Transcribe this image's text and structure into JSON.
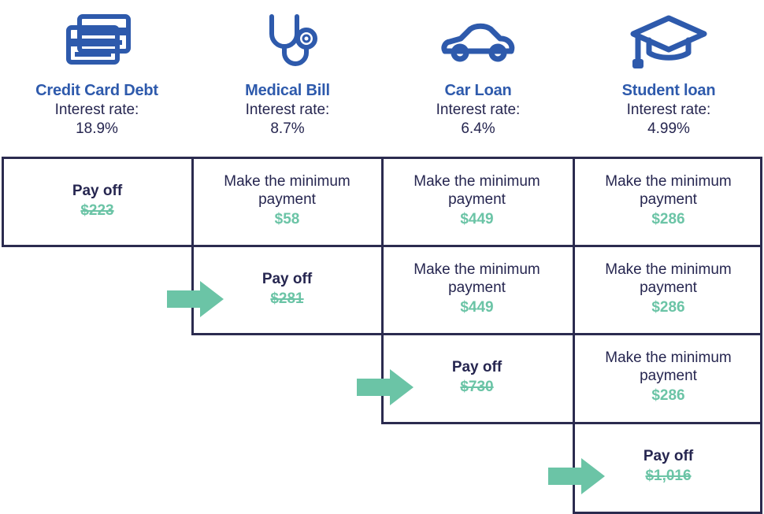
{
  "colors": {
    "title_blue": "#2E5AAC",
    "text_navy": "#262650",
    "border_navy": "#2B2B4F",
    "accent_green": "#6BC4A6",
    "background": "#FFFFFF"
  },
  "debts": [
    {
      "icon": "credit-cards-icon",
      "name": "Credit Card Debt",
      "rate_label": "Interest rate:",
      "rate_value": "18.9%"
    },
    {
      "icon": "stethoscope-icon",
      "name": "Medical Bill",
      "rate_label": "Interest rate:",
      "rate_value": "8.7%"
    },
    {
      "icon": "car-icon",
      "name": "Car Loan",
      "rate_label": "Interest rate:",
      "rate_value": "6.4%"
    },
    {
      "icon": "graduation-cap-icon",
      "name": "Student loan",
      "rate_label": "Interest rate:",
      "rate_value": "4.99%"
    }
  ],
  "rows": [
    {
      "row_index": 1,
      "cells": [
        {
          "column": 0,
          "type": "payoff",
          "label": "Pay off",
          "amount": "$223",
          "struck": true
        },
        {
          "column": 1,
          "type": "minimum",
          "label": "Make the minimum payment",
          "amount": "$58",
          "struck": false
        },
        {
          "column": 2,
          "type": "minimum",
          "label": "Make the minimum payment",
          "amount": "$449",
          "struck": false
        },
        {
          "column": 3,
          "type": "minimum",
          "label": "Make the minimum payment",
          "amount": "$286",
          "struck": false
        }
      ]
    },
    {
      "row_index": 2,
      "cells": [
        {
          "column": 1,
          "type": "payoff",
          "label": "Pay off",
          "amount": "$281",
          "struck": true
        },
        {
          "column": 2,
          "type": "minimum",
          "label": "Make the minimum payment",
          "amount": "$449",
          "struck": false
        },
        {
          "column": 3,
          "type": "minimum",
          "label": "Make the minimum payment",
          "amount": "$286",
          "struck": false
        }
      ]
    },
    {
      "row_index": 3,
      "cells": [
        {
          "column": 2,
          "type": "payoff",
          "label": "Pay off",
          "amount": "$730",
          "struck": true
        },
        {
          "column": 3,
          "type": "minimum",
          "label": "Make the minimum payment",
          "amount": "$286",
          "struck": false
        }
      ]
    },
    {
      "row_index": 4,
      "cells": [
        {
          "column": 3,
          "type": "payoff",
          "label": "Pay off",
          "amount": "$1,016",
          "struck": true
        }
      ]
    }
  ],
  "arrows": [
    {
      "name": "rollover-arrow-to-medical-bill",
      "from_row": 1,
      "to_row": 2,
      "to_column": 1
    },
    {
      "name": "rollover-arrow-to-car-loan",
      "from_row": 2,
      "to_row": 3,
      "to_column": 2
    },
    {
      "name": "rollover-arrow-to-student-loan",
      "from_row": 3,
      "to_row": 4,
      "to_column": 3
    }
  ]
}
